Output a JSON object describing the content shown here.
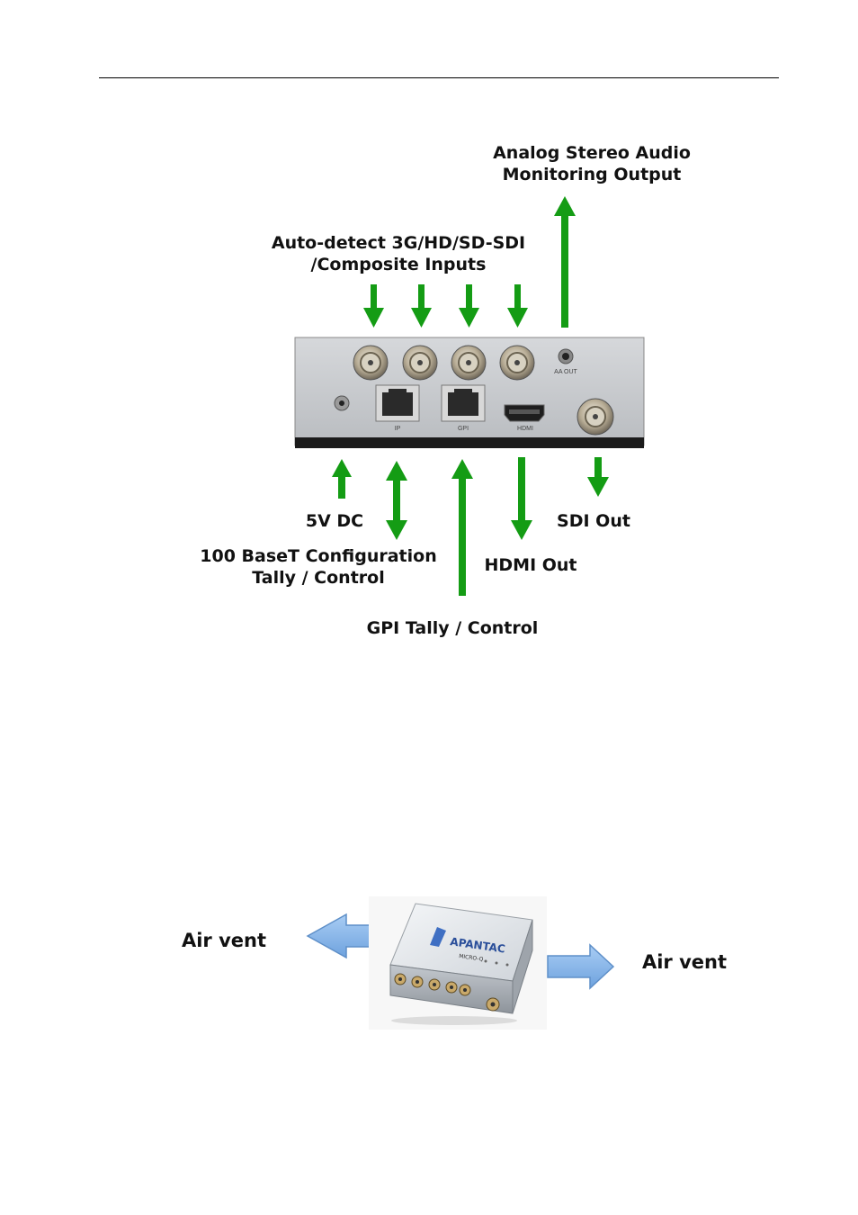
{
  "connector_diagram": {
    "labels": {
      "audio_output": [
        "Analog Stereo Audio",
        "Monitoring Output"
      ],
      "inputs": [
        "Auto-detect 3G/HD/SD-SDI",
        "/Composite Inputs"
      ],
      "power": "5V DC",
      "ethernet": [
        "100 BaseT Configuration",
        "Tally / Control"
      ],
      "gpi": "GPI Tally / Control",
      "hdmi": "HDMI Out",
      "sdi_out": "SDI Out"
    },
    "panel_markings": {
      "aa_out": "AA OUT",
      "ip": "IP",
      "gpi": "GPI",
      "hdmi": "HDMI"
    },
    "arrow_color": "#149c14"
  },
  "air_vent_diagram": {
    "left_label": "Air vent",
    "right_label": "Air vent",
    "device_logo": "APANTAC",
    "device_model": "MICRO-Q",
    "arrow_color": "#7fb2e8"
  }
}
